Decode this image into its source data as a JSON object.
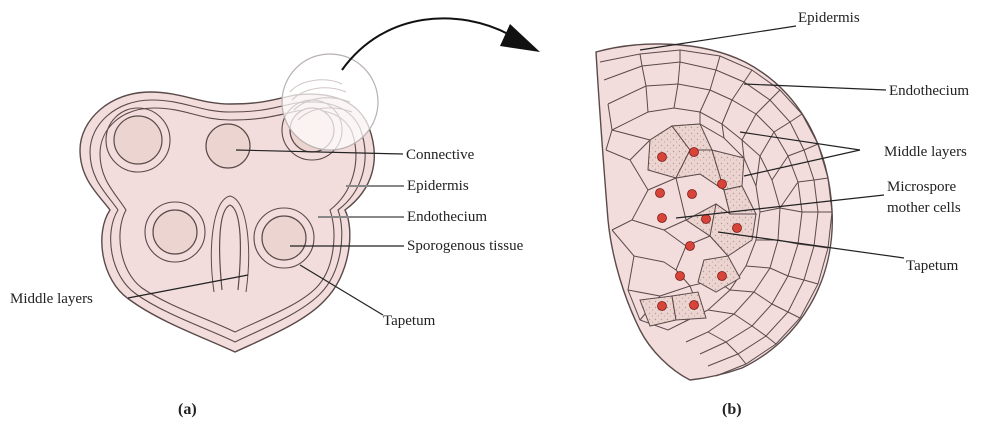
{
  "colors": {
    "tissue_fill": "#f3dcdc",
    "outline": "#5a4a4a",
    "nucleus": "#d8443a",
    "pollen_sac": "#ecd4d0",
    "leader": "#222222"
  },
  "panel_a": {
    "caption": "(a)",
    "labels": {
      "connective": "Connective",
      "epidermis": "Epidermis",
      "endothecium": "Endothecium",
      "sporogenous_tissue": "Sporogenous tissue",
      "middle_layers": "Middle layers",
      "tapetum": "Tapetum"
    }
  },
  "panel_b": {
    "caption": "(b)",
    "labels": {
      "epidermis": "Epidermis",
      "endothecium": "Endothecium",
      "middle_layers": "Middle layers",
      "microspore_line1": "Microspore",
      "microspore_line2": "mother cells",
      "tapetum": "Tapetum"
    }
  }
}
